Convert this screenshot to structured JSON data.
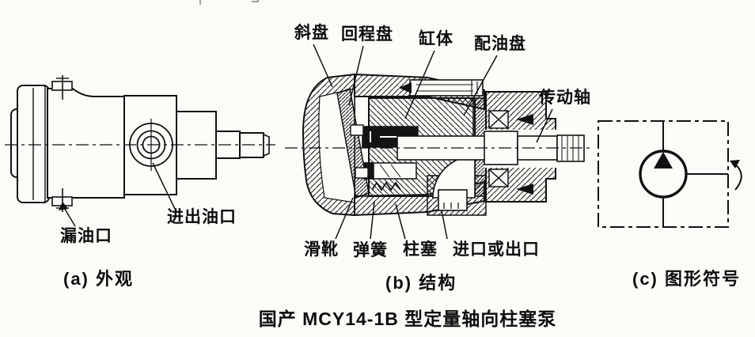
{
  "document": {
    "title": "国产 MCY14-1B 型定量轴向柱塞泵"
  },
  "panel_a": {
    "caption": "(a) 外观",
    "labels": {
      "drain_port": "漏油口",
      "inlet_outlet_port": "进出油口"
    }
  },
  "panel_b": {
    "caption": "(b) 结构",
    "labels": {
      "swash_plate": "斜盘",
      "return_plate": "回程盘",
      "cylinder_block": "缸体",
      "valve_plate": "配油盘",
      "drive_shaft": "传动轴",
      "slipper": "滑靴",
      "spring": "弹簧",
      "piston": "柱塞",
      "inlet_or_outlet": "进口或出口"
    }
  },
  "panel_c": {
    "caption": "(c) 图形符号"
  },
  "colors": {
    "ink": "#111111",
    "paper": "#fbfbf8"
  }
}
